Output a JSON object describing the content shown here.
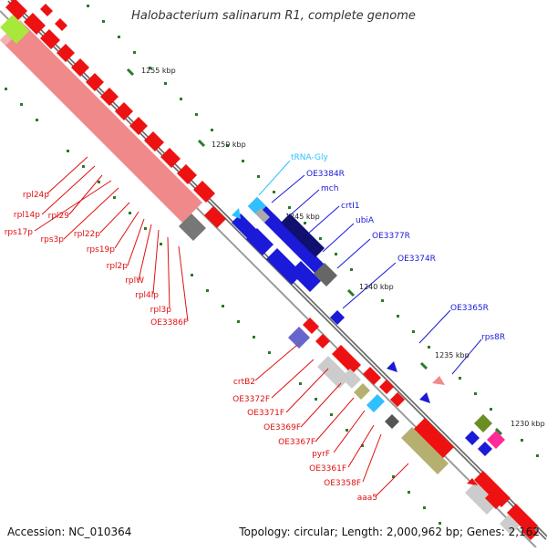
{
  "title": "Halobacterium salinarum R1, complete genome",
  "footer": {
    "accession": "Accession: NC_010364",
    "summary": "Topology: circular; Length: 2,000,962 bp; Genes: 2,162"
  },
  "kbp_labels": [
    "1255 kbp",
    "1250 kbp",
    "1245 kbp",
    "1240 kbp",
    "1235 kbp",
    "1230 kbp"
  ],
  "gene_labels": {
    "blue": [
      "OE3384R",
      "mch",
      "crtI1",
      "ubiA",
      "OE3377R",
      "OE3374R",
      "OE3365R",
      "rps8R"
    ],
    "cyan": [
      "tRNA-Gly"
    ],
    "red_upper": [
      "rpl24p",
      "rpl14p",
      "rpl29",
      "rps17p",
      "rps3p",
      "rpl22p",
      "rps19p",
      "rpl2p",
      "rplW",
      "rpl4lp",
      "rpl3p",
      "OE3386F"
    ],
    "red_lower": [
      "crtB2",
      "OE3372F",
      "OE3371F",
      "OE3369F",
      "OE3367F",
      "pyrF",
      "OE3361F",
      "OE3358F",
      "aaa5"
    ]
  },
  "colors": {
    "forward_gene": "#ee1111",
    "reverse_gene": "#1a1ad8",
    "trna": "#2fc0ff",
    "backbone": "#777777",
    "tick": "#2a7a2a"
  }
}
